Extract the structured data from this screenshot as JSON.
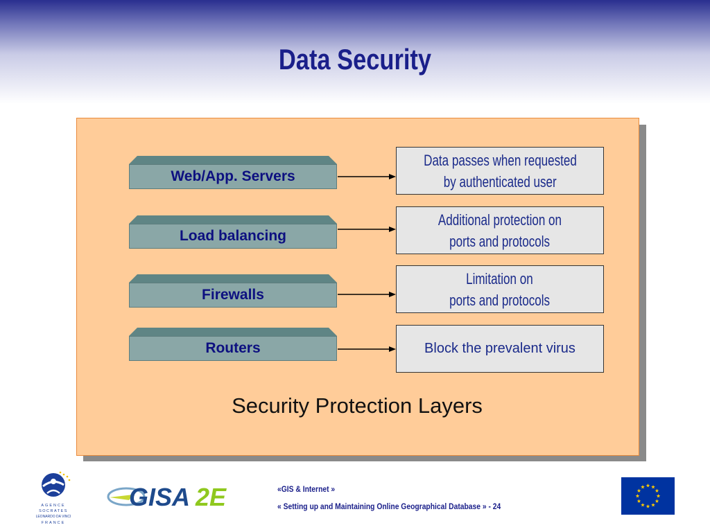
{
  "slide": {
    "title": "Data Security",
    "caption": "Security Protection Layers"
  },
  "layers": [
    {
      "label": "Web/App. Servers",
      "description": "Data passes when requested by authenticated user"
    },
    {
      "label": "Load balancing",
      "description": "Additional protection on ports and protocols"
    },
    {
      "label": "Firewalls",
      "description": "Limitation on ports and protocols"
    },
    {
      "label": "Routers",
      "description": "Block the prevalent virus"
    }
  ],
  "descriptions_lines": [
    [
      "Data passes when requested",
      "by authenticated user"
    ],
    [
      "Additional protection on",
      "ports and protocols"
    ],
    [
      "Limitation on",
      "ports and protocols"
    ],
    [
      "Block the prevalent virus"
    ]
  ],
  "footer": {
    "line1": "«GIS & Internet »",
    "line2": "« Setting up and Maintaining Online Geographical Database » - 24"
  },
  "logos": {
    "socrates_text": "A G E N C E S O C R A T E S LEONARDO DA VINCI F R A N C E",
    "gisa_text": "GISA2E"
  },
  "colors": {
    "title": "#1a1f8a",
    "panel": "#ffcc99",
    "layer_face": "#8aa7a7",
    "description_box": "#e6e6e6"
  }
}
